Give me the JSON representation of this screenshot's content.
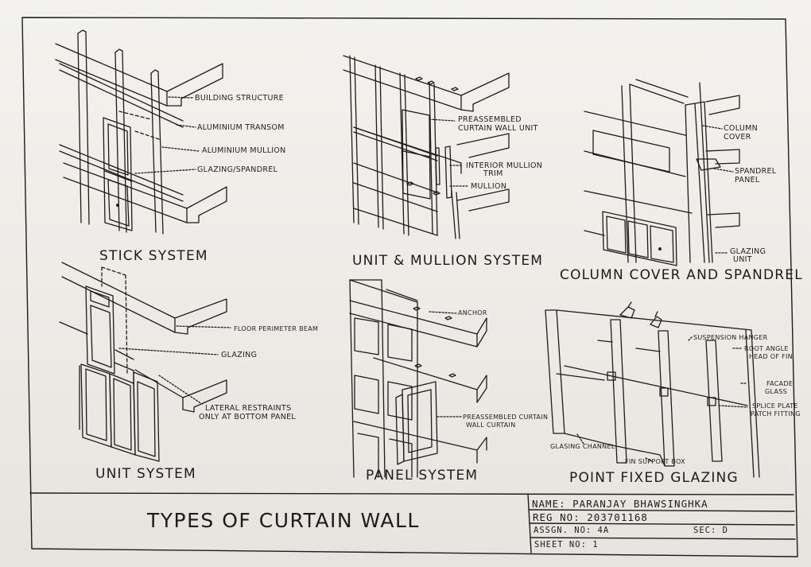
{
  "sheet": {
    "title": "TYPES OF CURTAIN WALL",
    "name": "NAME: PARANJAY   BHAWSINGHKA",
    "reg": "REG NO: 203701168",
    "assgn": "ASSGN. NO: 4A",
    "sec": "SEC: D",
    "sheet_no": "SHEET NO: 1"
  },
  "panels": {
    "stick": {
      "caption": "STICK SYSTEM",
      "labels": [
        "BUILDING STRUCTURE",
        "ALUMINIUM TRANSOM",
        "ALUMINIUM MULLION",
        "GLAZING/SPANDREL"
      ]
    },
    "unit_mullion": {
      "caption": "UNIT & MULLION SYSTEM",
      "label_unit_1": "PREASSEMBLED",
      "label_unit_2": "CURTAIN WALL UNIT",
      "label_trim_1": "INTERIOR MULLION",
      "label_trim_2": "TRIM",
      "label_mullion": "MULLION"
    },
    "column_cover": {
      "caption": "COLUMN COVER AND SPANDREL",
      "label_cover_1": "COLUMN",
      "label_cover_2": "COVER",
      "label_spandrel_1": "SPANDREL",
      "label_spandrel_2": "PANEL",
      "label_glazing_1": "GLAZING",
      "label_glazing_2": "UNIT"
    },
    "unit": {
      "caption": "UNIT SYSTEM",
      "label_beam": "FLOOR PERIMETER BEAM",
      "label_glazing": "GLAZING",
      "label_restraint_1": "LATERAL RESTRAINTS",
      "label_restraint_2": "ONLY AT BOTTOM PANEL"
    },
    "panel": {
      "caption": "PANEL SYSTEM",
      "label_anchor": "ANCHOR",
      "label_curtain_1": "PREASSEMBLED CURTAIN",
      "label_curtain_2": "WALL CURTAIN"
    },
    "point_fixed": {
      "caption": "POINT FIXED GLAZING",
      "label_hanger": "SUSPENSION HANGER",
      "label_root_1": "ROOT ANGLE",
      "label_root_2": "HEAD OF FIN",
      "label_facade_1": "FACADE",
      "label_facade_2": "GLASS",
      "label_splice_1": "SPLICE PLATE",
      "label_splice_2": "PATCH FITTING",
      "label_channel": "GLASING CHANNEL",
      "label_fin": "FIN SUPPORT BOX"
    }
  },
  "colors": {
    "ink": "#1c1c1c",
    "paper": "#f0efeb"
  }
}
